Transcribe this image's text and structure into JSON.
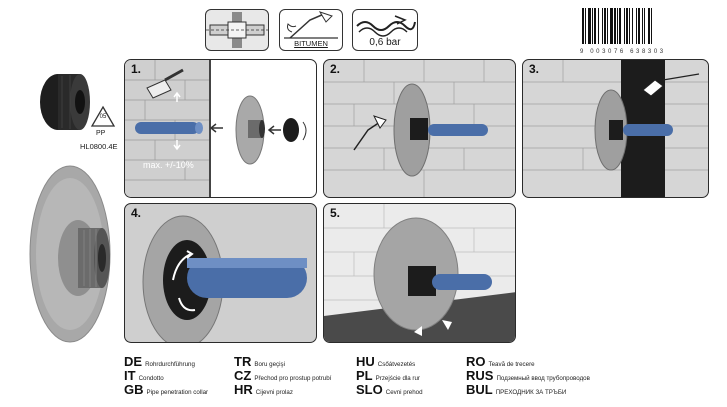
{
  "header": {
    "icons": [
      {
        "name": "pipe-wall-icon",
        "label": ""
      },
      {
        "name": "bitumen-torch-icon",
        "label": "BITUMEN"
      },
      {
        "name": "water-pressure-icon",
        "label": "0,6 bar"
      }
    ],
    "barcode_digits": "9 003076 638303"
  },
  "product": {
    "recycle_code": "05",
    "recycle_material": "PP",
    "article_number": "HL0800.4E"
  },
  "steps": [
    {
      "number": "1.",
      "tolerance": "max. +/-10%"
    },
    {
      "number": "2."
    },
    {
      "number": "3."
    },
    {
      "number": "4."
    },
    {
      "number": "5."
    }
  ],
  "languages": [
    {
      "code": "DE",
      "text": "Rohrdurchführung"
    },
    {
      "code": "IT",
      "text": "Condotto"
    },
    {
      "code": "GB",
      "text": "Pipe penetration collar"
    },
    {
      "code": "TR",
      "text": "Boru geçişi"
    },
    {
      "code": "CZ",
      "text": "Přechod pro prostup potrubí"
    },
    {
      "code": "HR",
      "text": "Cijevni prolaz"
    },
    {
      "code": "HU",
      "text": "Csőátvezetés"
    },
    {
      "code": "PL",
      "text": "Przejście dla rur"
    },
    {
      "code": "SLO",
      "text": "Cevni prehod"
    },
    {
      "code": "RO",
      "text": "Teavă de trecere"
    },
    {
      "code": "RUS",
      "text": "Подземный ввод трубопроводов"
    },
    {
      "code": "BUL",
      "text": "ПРЕХОДНИК ЗА ТРЪБИ"
    }
  ],
  "colors": {
    "pipe_blue": "#4a6ea8",
    "wall_gray": "#bfbfbf",
    "membrane_gray": "#a9a9a9",
    "nut_black": "#1c1c1c"
  }
}
